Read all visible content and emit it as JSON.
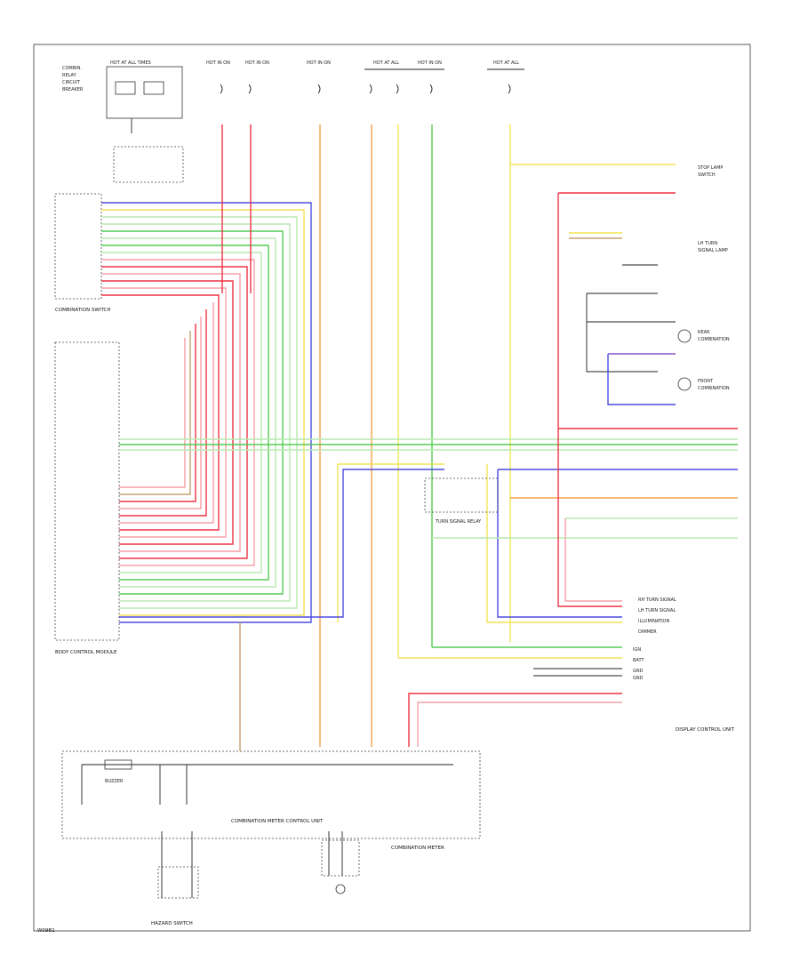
{
  "diagram": {
    "footer_code": "W09B1",
    "top_fuses": [
      {
        "id": "f1",
        "head": "HOT AT ALL TIMES"
      },
      {
        "id": "f2",
        "head": "HOT IN ON"
      },
      {
        "id": "f3",
        "head": "HOT IN ON"
      },
      {
        "id": "f4",
        "head": "HOT IN ON"
      },
      {
        "id": "f5",
        "head": "HOT AT ALL"
      },
      {
        "id": "f6",
        "head": "HOT IN ON"
      },
      {
        "id": "f7",
        "head": "HOT AT ALL"
      }
    ],
    "components": {
      "combination_switch": "COMBINATION SWITCH",
      "body_control_module": "BODY CONTROL MODULE",
      "hazard_switch": "HAZARD SWITCH",
      "combination_meter": "COMBINATION METER",
      "display_control_unit": "DISPLAY CONTROL UNIT",
      "buzzer": "BUZZER",
      "combination_meter_control_unit": "COMBINATION METER CONTROL UNIT",
      "turn_signal_relay": "TURN SIGNAL RELAY"
    },
    "right_pins": [
      "IGN",
      "BATT",
      "GND",
      "GND"
    ],
    "right_labels": [
      "RH TURN SIGNAL",
      "LH TURN SIGNAL",
      "ILLUMINATION",
      "DIMMER"
    ]
  },
  "colors": {
    "red": "#ee3344",
    "pink": "#f6a0a8",
    "green": "#55cc55",
    "lightgreen": "#b8eab0",
    "yellow": "#f2e455",
    "orange": "#f5a04a",
    "blue": "#4c4ce0",
    "violet": "#8a55c8",
    "brown": "#c8a070",
    "black": "#222222"
  }
}
